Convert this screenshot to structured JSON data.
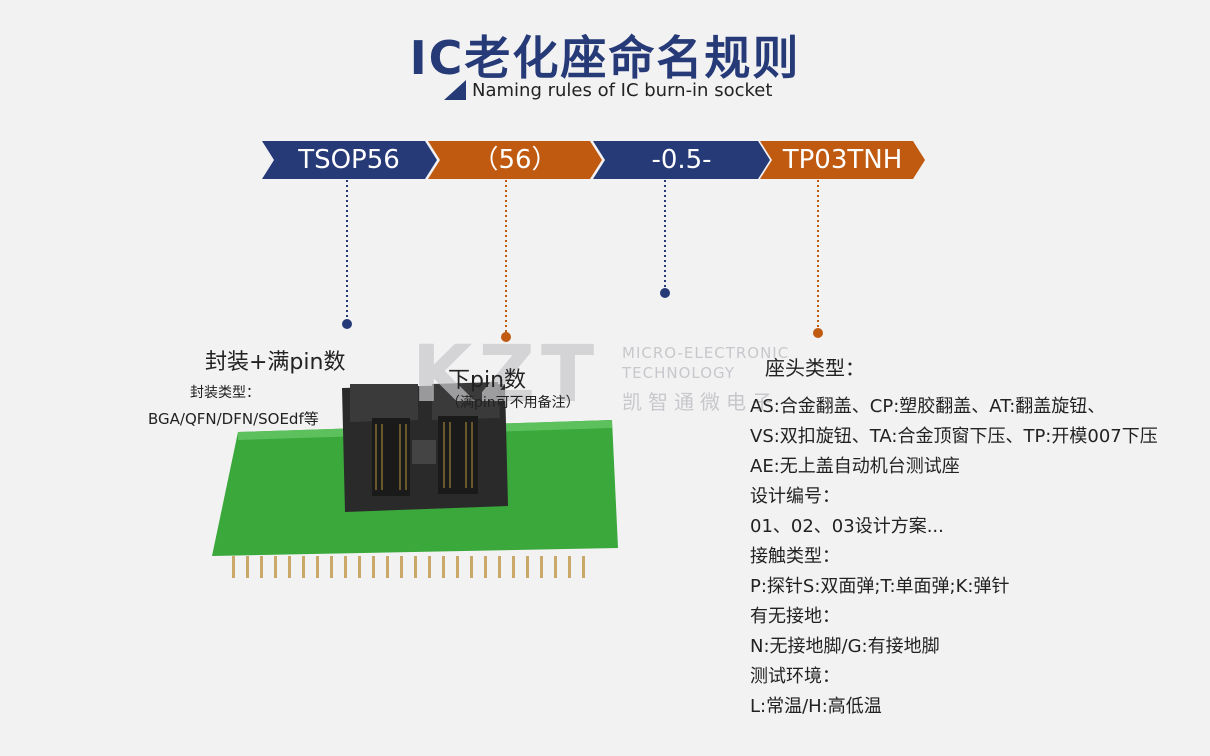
{
  "header": {
    "title": "IC老化座命名规则",
    "subtitle": "Naming rules of IC  burn-in socket"
  },
  "segments": [
    {
      "text": "TSOP56",
      "color": "#263a78"
    },
    {
      "text": "（56）",
      "color": "#c05a10"
    },
    {
      "text": "-0.5-",
      "color": "#263a78"
    },
    {
      "text": "TP03TNH",
      "color": "#c05a10"
    }
  ],
  "labels": {
    "package": {
      "title": "封装+满pin数",
      "sub1": "封装类型：",
      "sub2": "BGA/QFN/DFN/SOEdf等"
    },
    "pin": {
      "title": "下pin数",
      "sub": "（满pin可不用备注）"
    },
    "head": {
      "title": "座头类型："
    }
  },
  "details": [
    "AS:合金翻盖、CP:塑胶翻盖、AT:翻盖旋钮、",
    "VS:双扣旋钮、TA:合金顶窗下压、TP:开模007下压",
    "AE:无上盖自动机台测试座",
    "设计编号：",
    "01、02、03设计方案...",
    "接触类型：",
    "P:探针S:双面弹;T:单面弹;K:弹针",
    "有无接地：",
    "N:无接地脚/G:有接地脚",
    "测试环境：",
    "L:常温/H:高低温"
  ],
  "watermark": {
    "logo": "KZT",
    "line1": "MICRO-ELECTRONIC",
    "line2": "TECHNOLOGY",
    "line3": "凯智通微电子"
  },
  "colors": {
    "navy": "#263a78",
    "orange": "#c05a10",
    "board": "#3aa83a"
  }
}
